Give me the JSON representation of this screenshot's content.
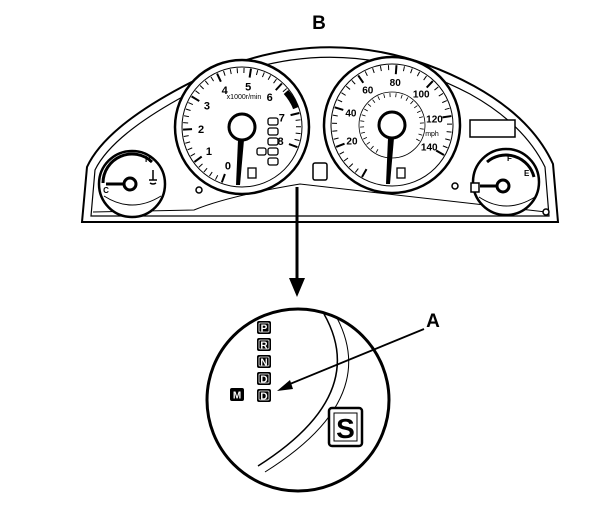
{
  "callouts": {
    "b": "B",
    "a": "A"
  },
  "tachometer": {
    "numbers": [
      "0",
      "1",
      "2",
      "3",
      "4",
      "5",
      "6",
      "7",
      "8"
    ],
    "unit": "x1000r/min"
  },
  "speedometer": {
    "numbers": [
      "20",
      "40",
      "60",
      "80",
      "100",
      "120",
      "140"
    ],
    "unit": "mph"
  },
  "temp_gauge": {
    "hot": "H",
    "cold": "C"
  },
  "fuel_gauge": {
    "full": "F",
    "empty": "E"
  },
  "gear_indicator": {
    "gears": [
      "P",
      "R",
      "N",
      "D",
      "D"
    ],
    "manual": "M",
    "sequential": "S"
  }
}
